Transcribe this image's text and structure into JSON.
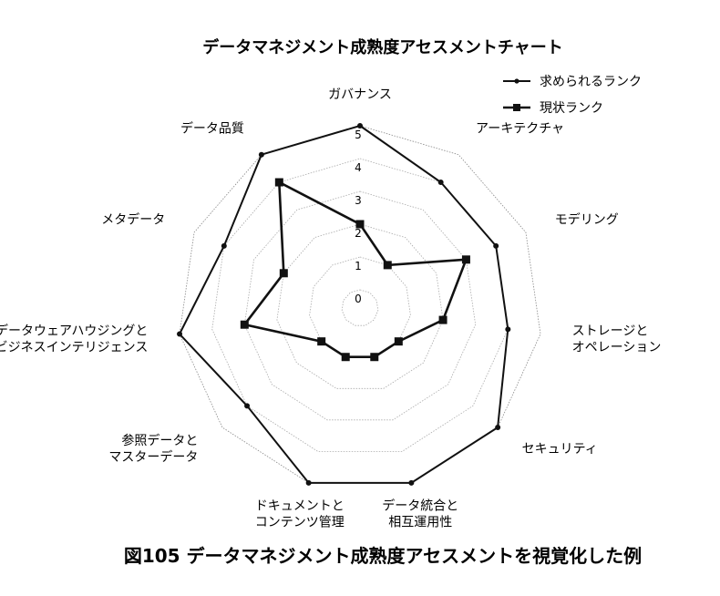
{
  "chart_data": {
    "type": "radar",
    "title": "データマネジメント成熟度アセスメントチャート",
    "caption": "図105 データマネジメント成熟度アセスメントを視覚化した例",
    "categories": [
      "ガバナンス",
      "アーキテクチャ",
      "モデリング",
      "ストレージと\nオペレーション",
      "セキュリティ",
      "データ統合と\n相互運用性",
      "ドキュメントと\nコンテンツ管理",
      "参照データと\nマスターデータ",
      "データウェアハウジングと\nビジネスインテリジェンス",
      "メタデータ",
      "データ品質"
    ],
    "rings": [
      "0",
      "1",
      "2",
      "3",
      "4",
      "5"
    ],
    "rlim": [
      0,
      5
    ],
    "series": [
      {
        "name": "求められるランク",
        "marker": "circle",
        "values": [
          5,
          4,
          4,
          4,
          5,
          5,
          5,
          4,
          5,
          4,
          5
        ],
        "color": "#111111"
      },
      {
        "name": "現状ランク",
        "marker": "square",
        "values": [
          2,
          1,
          3,
          2,
          1,
          1,
          1,
          1,
          3,
          2,
          4
        ],
        "color": "#111111"
      }
    ],
    "legend_position": "top-right"
  }
}
